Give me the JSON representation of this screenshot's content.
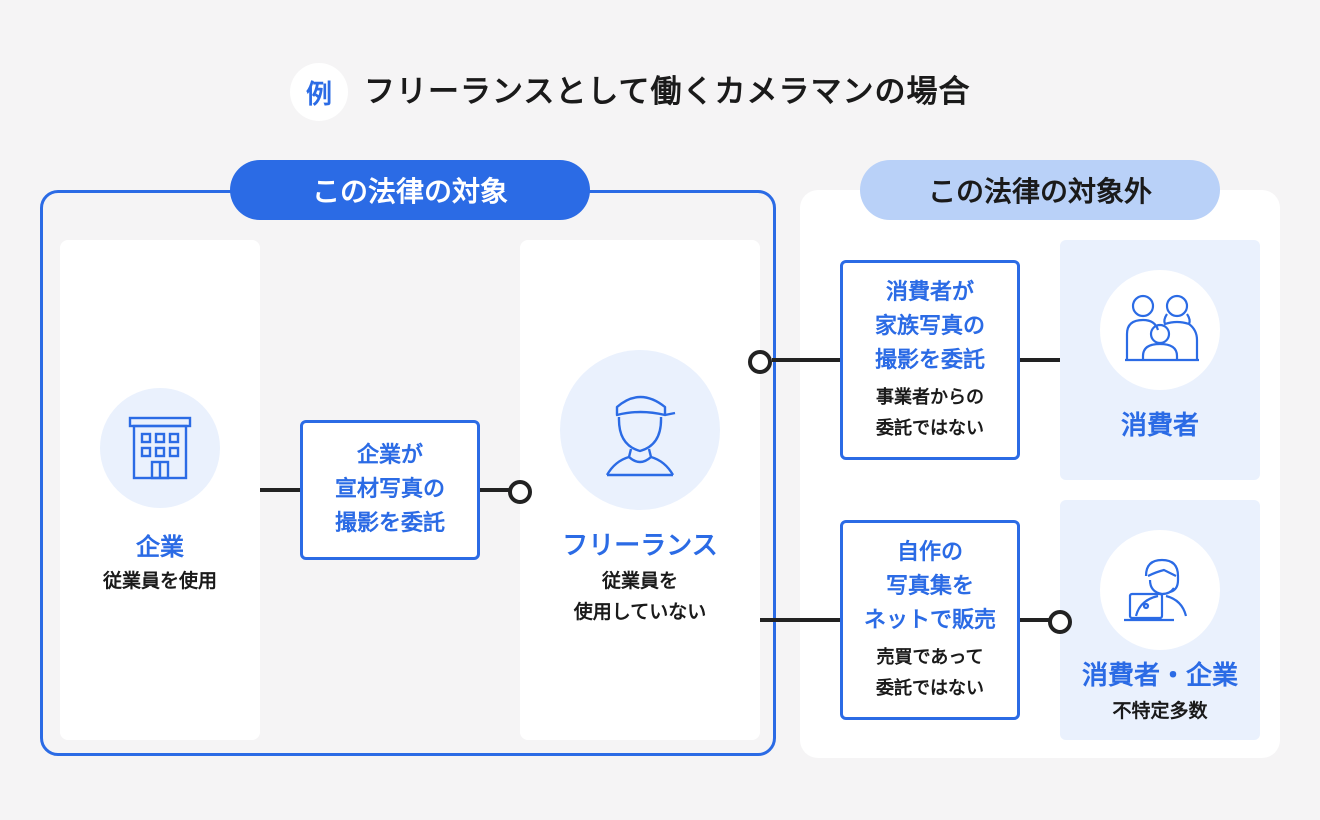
{
  "title": {
    "badge": "例",
    "text": "フリーランスとして働くカメラマンの場合"
  },
  "sections": {
    "covered": {
      "label": "この法律の対象"
    },
    "not_covered": {
      "label": "この法律の対象外"
    }
  },
  "company": {
    "name": "企業",
    "desc": "従業員を使用",
    "icon": "building-icon"
  },
  "commission_box": {
    "lines": [
      "企業が",
      "宣材写真の",
      "撮影を委託"
    ]
  },
  "freelance": {
    "name": "フリーランス",
    "desc_lines": [
      "従業員を",
      "使用していない"
    ],
    "icon": "photographer-icon"
  },
  "family_box": {
    "lines": [
      "消費者が",
      "家族写真の",
      "撮影を委託"
    ],
    "sub_lines": [
      "事業者からの",
      "委託ではない"
    ]
  },
  "consumer": {
    "name": "消費者",
    "icon": "family-icon"
  },
  "self_box": {
    "lines": [
      "自作の",
      "写真集を",
      "ネットで販売"
    ],
    "sub_lines": [
      "売買であって",
      "委託ではない"
    ]
  },
  "market": {
    "name": "消費者・企業",
    "desc": "不特定多数",
    "icon": "laptop-user-icon"
  },
  "colors": {
    "accent": "#2b6be5",
    "light_accent": "#b9d1f8",
    "panel_bg": "#eaf1fd",
    "line": "#222222"
  }
}
